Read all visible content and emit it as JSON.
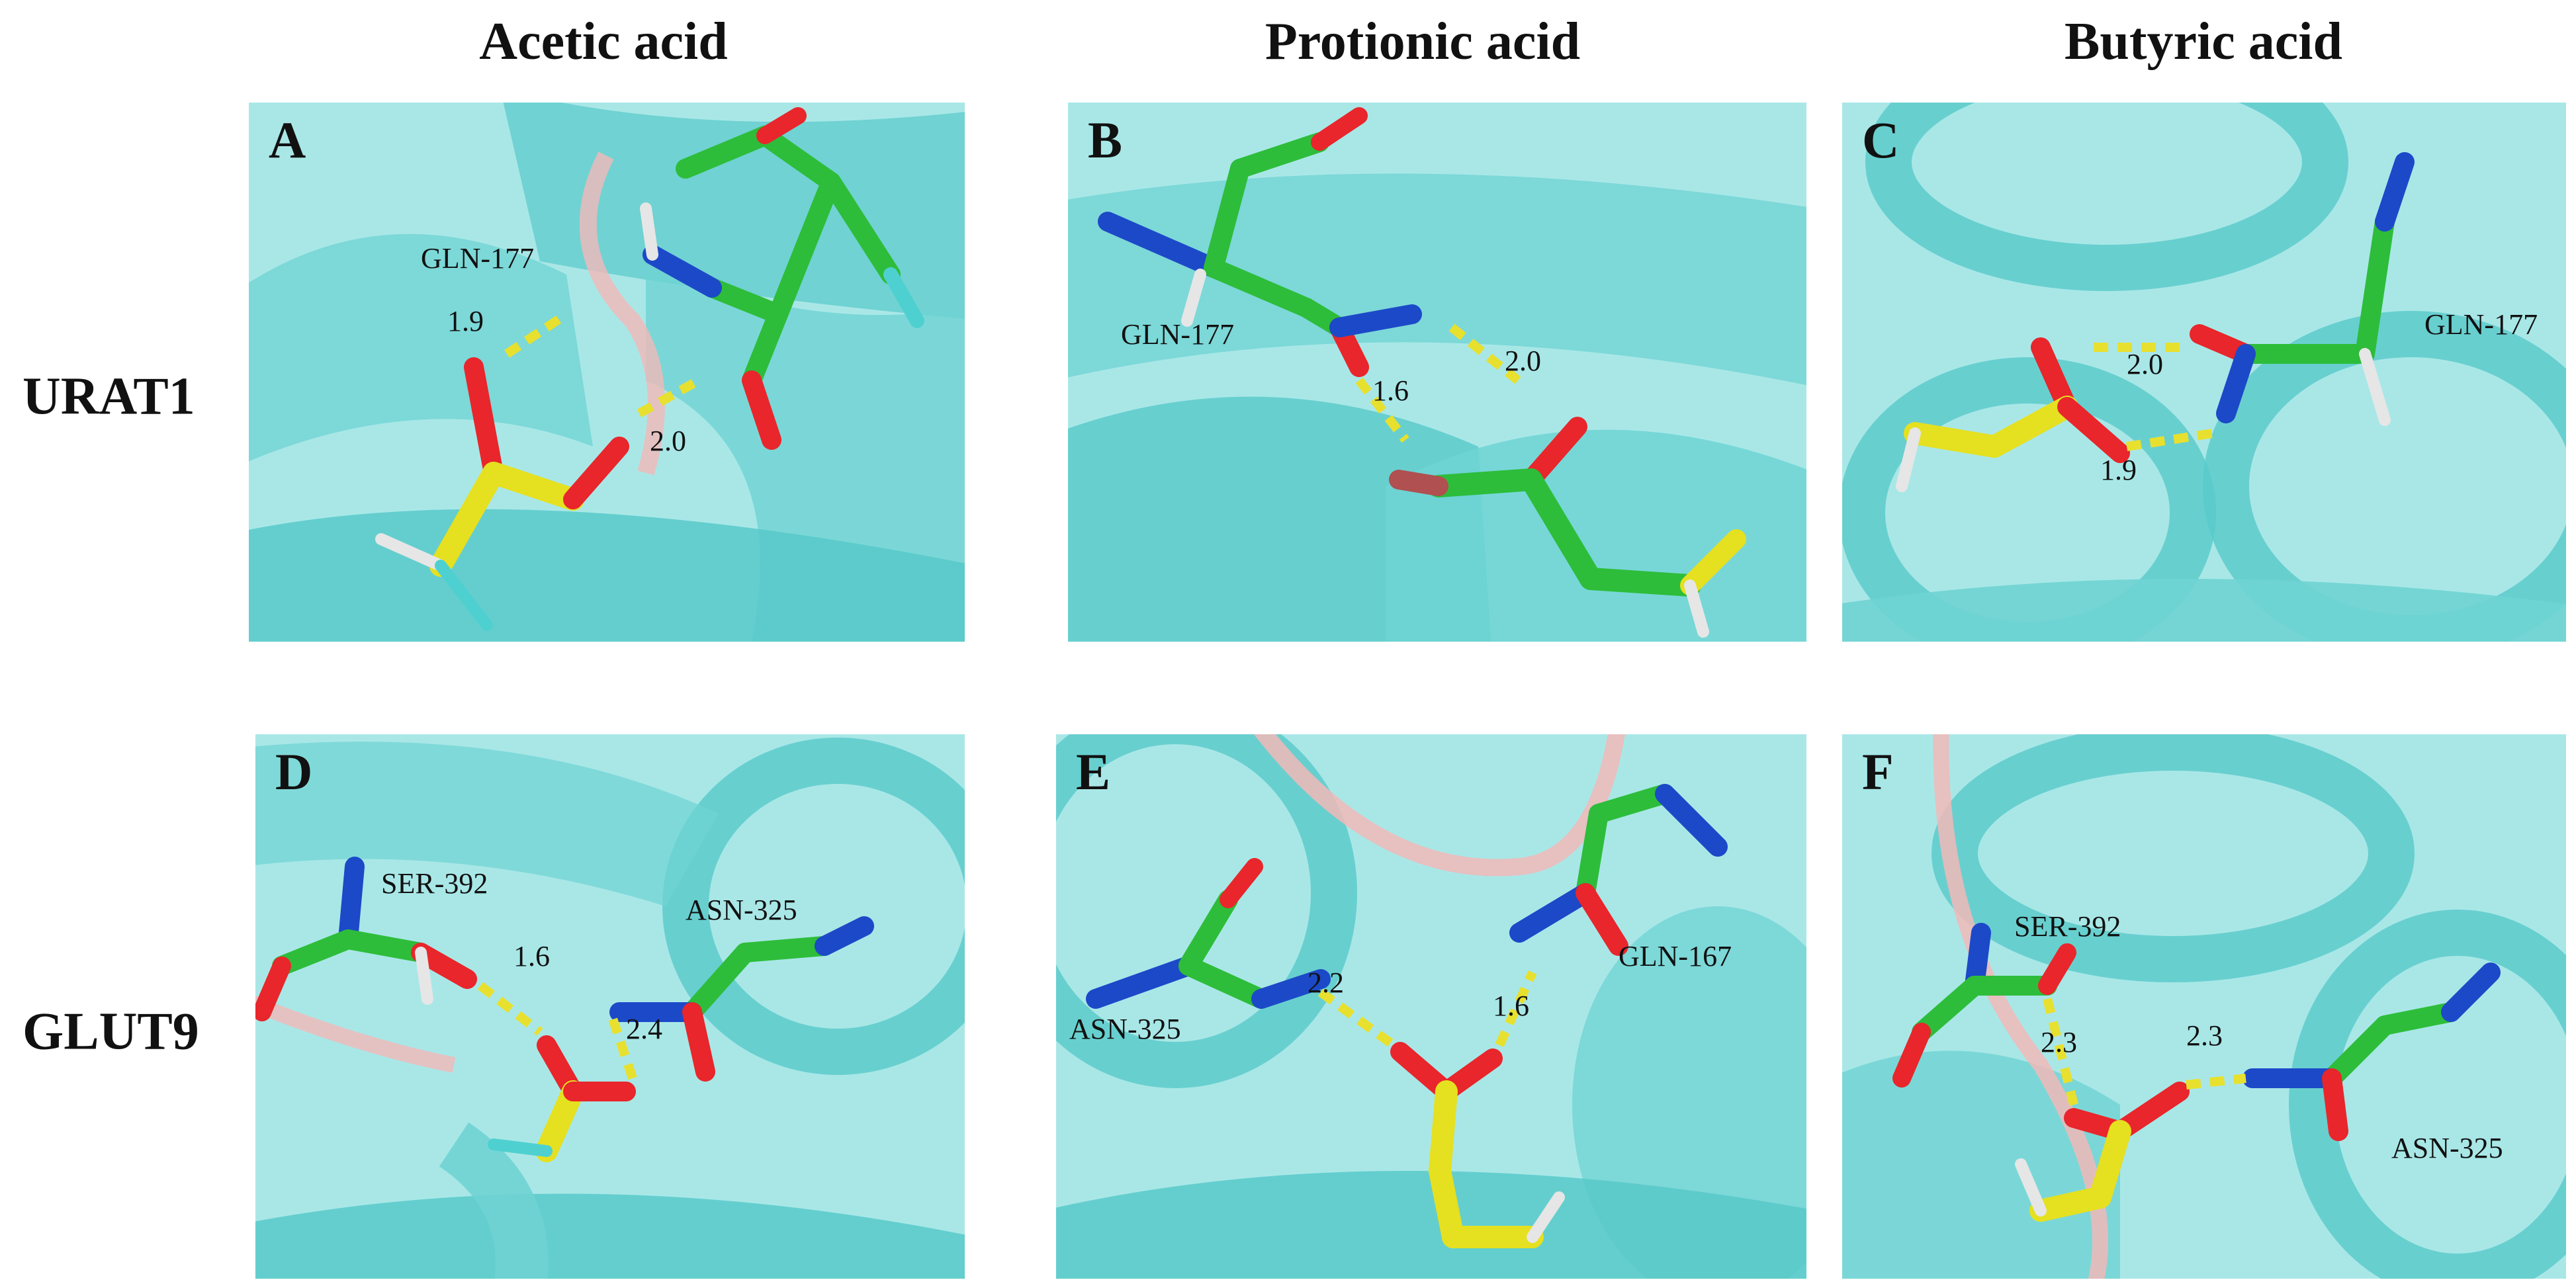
{
  "columns": [
    "Acetic acid",
    "Protionic acid",
    "Butyric acid"
  ],
  "rows": [
    "URAT1",
    "GLUT9"
  ],
  "panels": [
    {
      "letter": "A",
      "residues": [
        "GLN-177"
      ],
      "distances": [
        "1.9",
        "2.0"
      ]
    },
    {
      "letter": "B",
      "residues": [
        "GLN-177"
      ],
      "distances": [
        "1.6",
        "2.0"
      ]
    },
    {
      "letter": "C",
      "residues": [
        "GLN-177"
      ],
      "distances": [
        "2.0",
        "1.9"
      ]
    },
    {
      "letter": "D",
      "residues": [
        "SER-392",
        "ASN-325"
      ],
      "distances": [
        "1.6",
        "2.4"
      ]
    },
    {
      "letter": "E",
      "residues": [
        "ASN-325",
        "GLN-167"
      ],
      "distances": [
        "2.2",
        "1.6"
      ]
    },
    {
      "letter": "F",
      "residues": [
        "SER-392",
        "ASN-325"
      ],
      "distances": [
        "2.3",
        "2.3"
      ]
    }
  ],
  "colors": {
    "helix": "#6fd3d3",
    "helix_dark": "#3fb7b7",
    "background": "#a9e7e7",
    "loop": "#f2b9b9",
    "carbon_residue": "#2dbd3a",
    "carbon_ligand": "#e5e020",
    "oxygen": "#e8262b",
    "nitrogen": "#1c49c8",
    "hydrogen": "#e6e6e6",
    "hbond": "#e8e02e"
  }
}
